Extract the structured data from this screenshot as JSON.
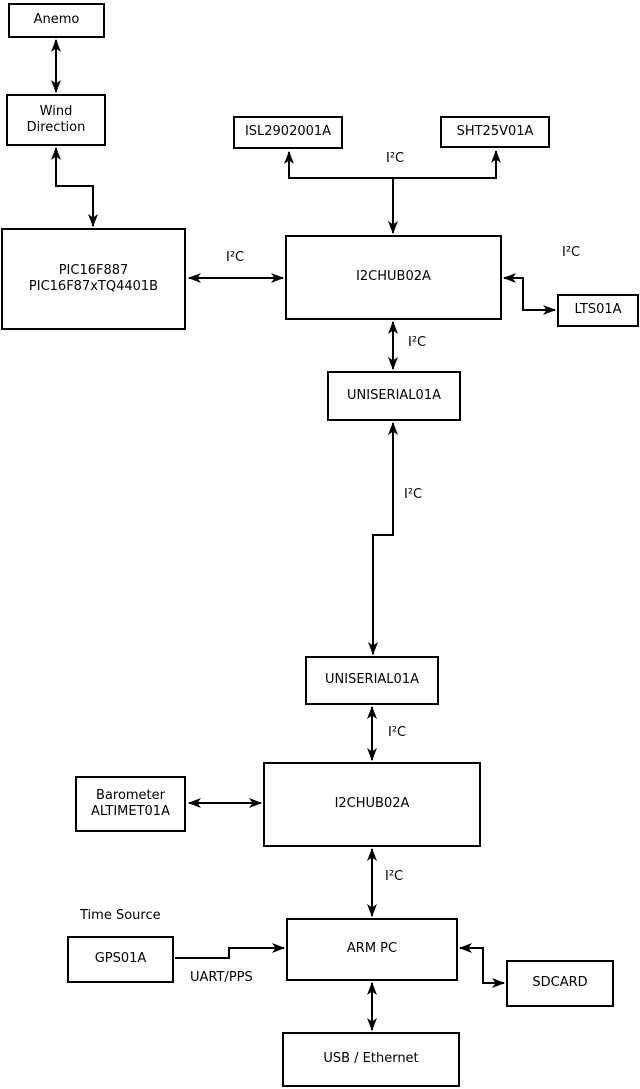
{
  "nodes": {
    "anemo": {
      "label": "Anemo"
    },
    "wind_direction": {
      "label": "Wind\nDirection"
    },
    "pic": {
      "label": "PIC16F887\nPIC16F87xTQ4401B"
    },
    "isl": {
      "label": "ISL2902001A"
    },
    "sht": {
      "label": "SHT25V01A"
    },
    "hub1": {
      "label": "I2CHUB02A"
    },
    "lts": {
      "label": "LTS01A"
    },
    "uniserial1": {
      "label": "UNISERIAL01A"
    },
    "uniserial2": {
      "label": "UNISERIAL01A"
    },
    "hub2": {
      "label": "I2CHUB02A"
    },
    "barometer": {
      "label": "Barometer\nALTIMET01A"
    },
    "gps": {
      "label": "GPS01A"
    },
    "arm_pc": {
      "label": "ARM PC"
    },
    "sdcard": {
      "label": "SDCARD"
    },
    "usb_ethernet": {
      "label": "USB / Ethernet"
    }
  },
  "labels": {
    "i2c_pic_hub1": "I²C",
    "i2c_sensors": "I²C",
    "i2c_lts": "I²C",
    "i2c_hub1_uni1": "I²C",
    "i2c_uni1_uni2": "I²C",
    "i2c_uni2_hub2": "I²C",
    "i2c_hub2_arm": "I²C",
    "time_source": "Time Source",
    "uart_pps": "UART/PPS"
  },
  "colors": {
    "background": "#ffffff",
    "box_fill": "#ffffff",
    "box_border": "#000000",
    "connector": "#000000",
    "text": "#000000"
  }
}
